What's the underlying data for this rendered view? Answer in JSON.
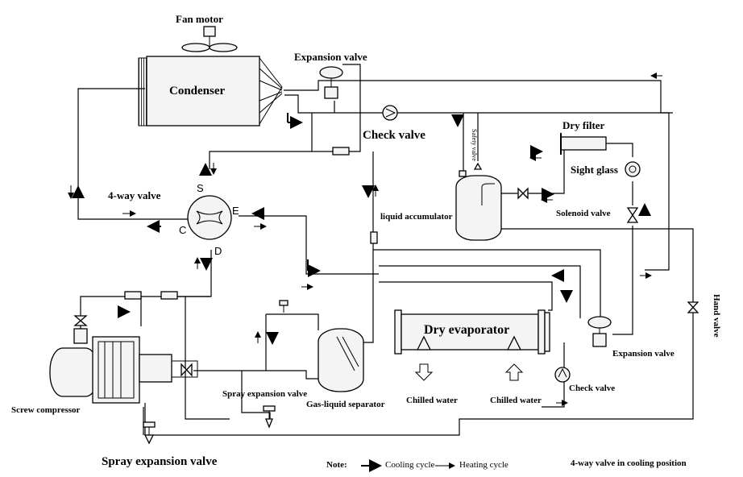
{
  "components": {
    "fan_motor": "Fan motor",
    "condenser": "Condenser",
    "expansion_valve_top": "Expansion valve",
    "check_valve_top": "Check valve",
    "dry_filter": "Dry filter",
    "sight_glass": "Sight glass",
    "safety_valve": "Safety valve",
    "solenoid_valve": "Solenoid valve",
    "liquid_accumulator": "liquid accumulator",
    "four_way_valve": "4-way valve",
    "hand_valve": "Hand valve",
    "dry_evaporator": "Dry evaporator",
    "expansion_valve_right": "Expansion valve",
    "check_valve_bottom": "Check valve",
    "chilled_water_out": "Chilled water",
    "chilled_water_in": "Chilled water",
    "spray_expansion_valve_mid": "Spray expansion valve",
    "gas_liquid_separator": "Gas-liquid separator",
    "screw_compressor": "Screw compressor",
    "spray_expansion_valve_bottom": "Spray expansion valve"
  },
  "ports": {
    "s": "S",
    "e": "E",
    "c": "C",
    "d": "D"
  },
  "legend": {
    "note": "Note:",
    "cooling": "Cooling cycle",
    "heating": "Heating cycle",
    "position": "4-way valve in cooling position"
  }
}
